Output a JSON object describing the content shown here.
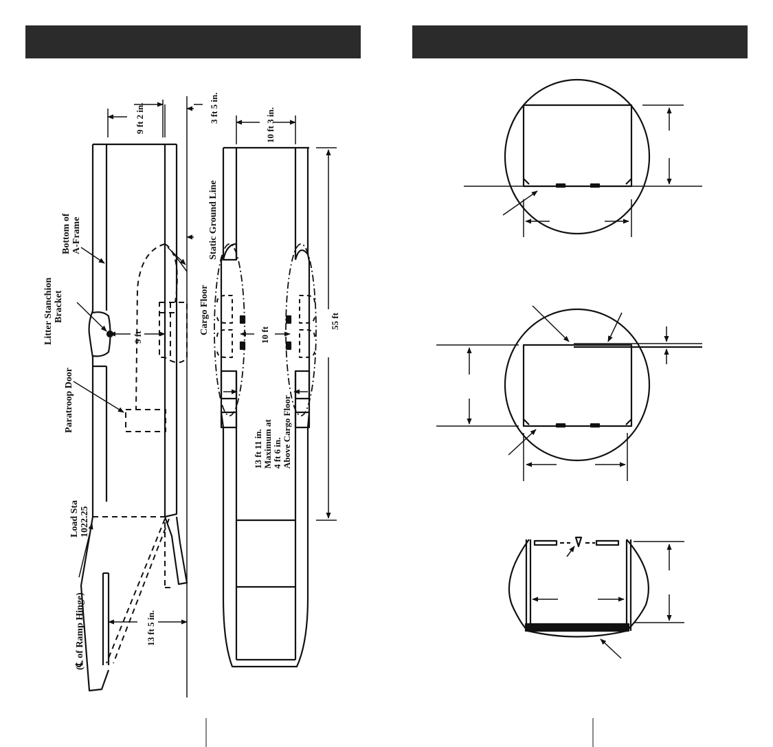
{
  "panels": {
    "left_header_color": "#2b2b2b",
    "right_header_color": "#2b2b2b"
  },
  "side_view": {
    "labels": {
      "litter_stanchion": "Litter Stanchion",
      "bracket": "Bracket",
      "bottom_of": "Bottom of",
      "a_frame": "A-Frame",
      "paratroop_door": "Paratroop Door",
      "load_sta": "Load Sta",
      "load_sta_value": "1022.25",
      "ramp_hinge": "(℄ of Ramp Hinge)",
      "cargo_floor": "Cargo Floor",
      "static_ground_line": "Static Ground Line"
    },
    "dimensions": {
      "top_width": "9 ft 2 in.",
      "floor_height": "3 ft 5 in.",
      "middle_width": "9 ft",
      "ramp_length": "13 ft 5 in."
    }
  },
  "plan_view": {
    "labels": {
      "cargo_floor": "Above Cargo Floor",
      "maximum_at": "Maximum at",
      "height_at": "4 ft 6 in."
    },
    "dimensions": {
      "top_width": "10 ft 3 in.",
      "middle_width": "10 ft",
      "max_width": "13 ft 11 in.",
      "overall_length": "55 ft"
    }
  }
}
